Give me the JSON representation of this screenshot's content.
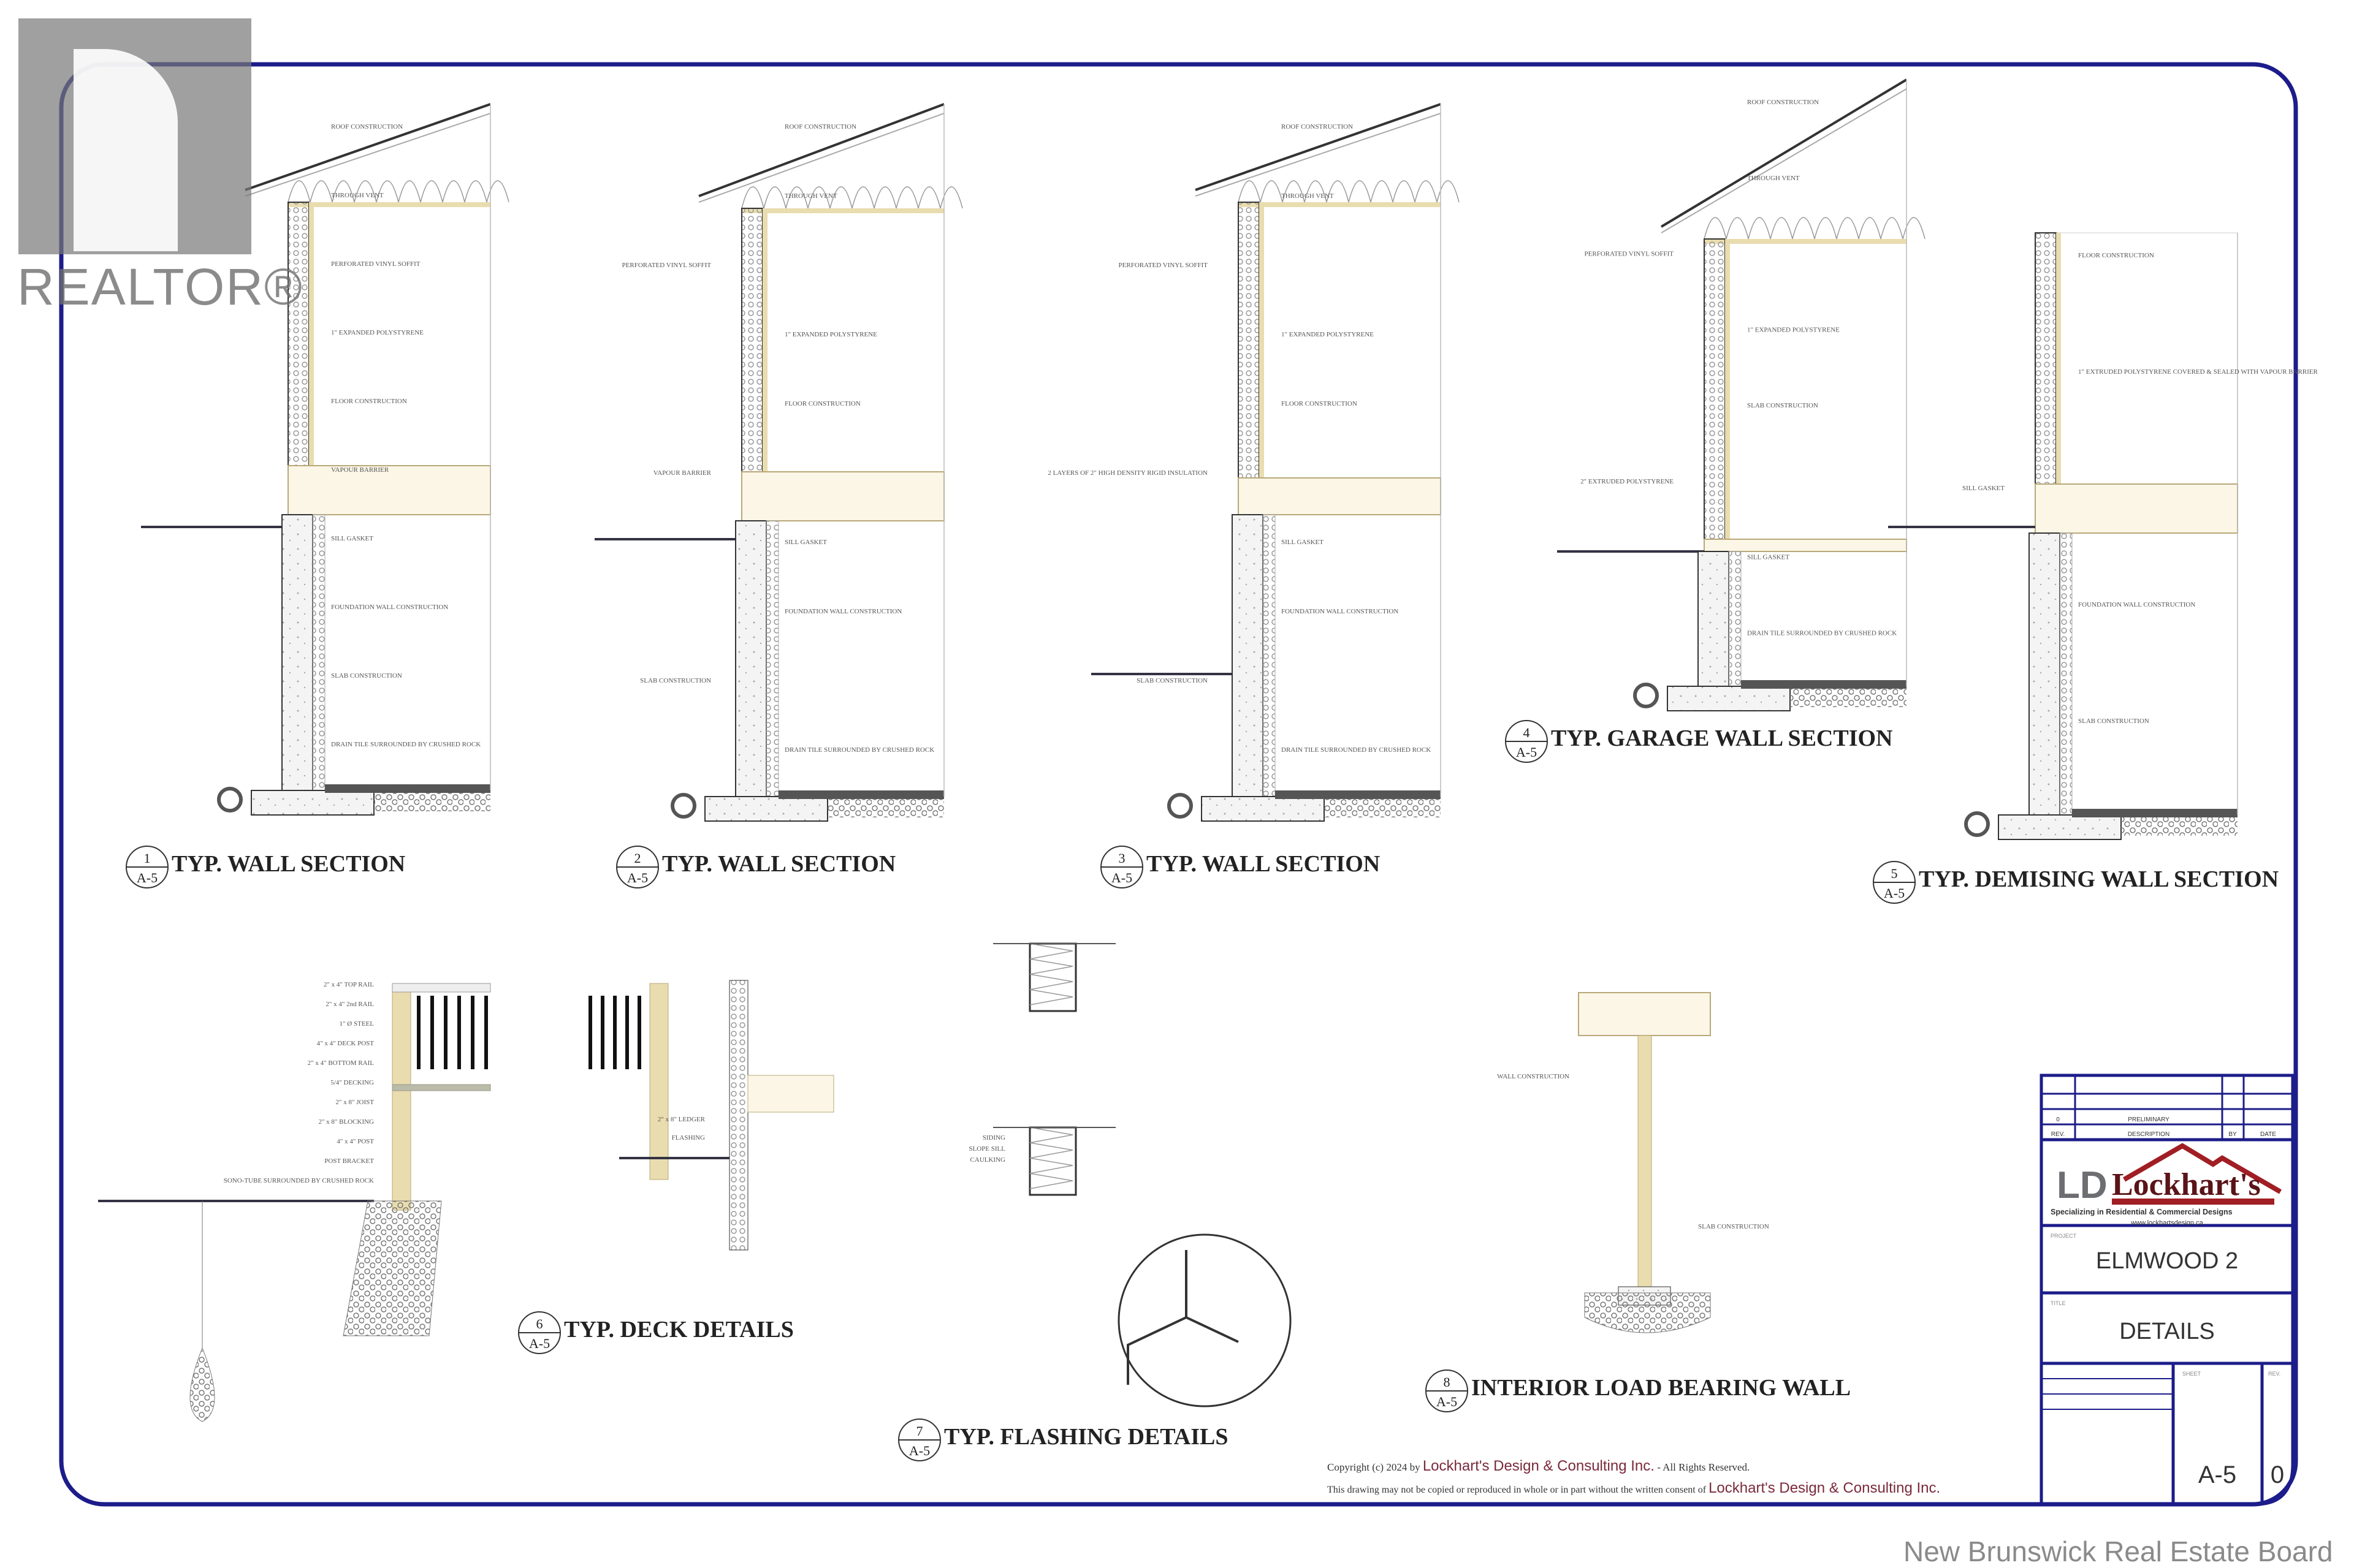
{
  "watermarks": {
    "realtor": "REALTOR®",
    "board": "New Brunswick Real Estate Board"
  },
  "colors": {
    "border": "#1c1c8a",
    "line": "#333333",
    "wood": "#e9dcae",
    "logo_red": "#a01e24",
    "logo_gray": "#6d6e71"
  },
  "sections": [
    {
      "num": "1",
      "sheet": "A-5",
      "title": "TYP. WALL SECTION",
      "labels": [
        "ROOF CONSTRUCTION",
        "THROUGH VENT",
        "PERFORATED VINYL SOFFIT",
        "1\" EXPANDED POLYSTYRENE",
        "FLOOR CONSTRUCTION",
        "VAPOUR BARRIER",
        "SILL GASKET",
        "FOUNDATION WALL CONSTRUCTION",
        "SLAB CONSTRUCTION",
        "DRAIN TILE SURROUNDED BY CRUSHED ROCK"
      ]
    },
    {
      "num": "2",
      "sheet": "A-5",
      "title": "TYP. WALL SECTION",
      "labels": [
        "ROOF CONSTRUCTION",
        "THROUGH VENT",
        "PERFORATED VINYL SOFFIT",
        "1\" EXPANDED POLYSTYRENE",
        "FLOOR CONSTRUCTION",
        "VAPOUR BARRIER",
        "SILL GASKET",
        "FOUNDATION WALL CONSTRUCTION",
        "SLAB CONSTRUCTION",
        "DRAIN TILE SURROUNDED BY CRUSHED ROCK"
      ]
    },
    {
      "num": "3",
      "sheet": "A-5",
      "title": "TYP. WALL SECTION",
      "labels": [
        "ROOF CONSTRUCTION",
        "THROUGH VENT",
        "PERFORATED VINYL SOFFIT",
        "1\" EXPANDED POLYSTYRENE",
        "FLOOR CONSTRUCTION",
        "2 LAYERS OF 2\" HIGH DENSITY RIGID INSULATION",
        "SILL GASKET",
        "FOUNDATION WALL CONSTRUCTION",
        "SLAB CONSTRUCTION",
        "DRAIN TILE SURROUNDED BY CRUSHED ROCK"
      ]
    },
    {
      "num": "4",
      "sheet": "A-5",
      "title": "TYP. GARAGE WALL SECTION",
      "labels": [
        "ROOF CONSTRUCTION",
        "THROUGH VENT",
        "PERFORATED VINYL SOFFIT",
        "1\" EXPANDED POLYSTYRENE",
        "SLAB CONSTRUCTION",
        "2\" EXTRUDED POLYSTYRENE",
        "SILL GASKET",
        "DRAIN TILE SURROUNDED BY CRUSHED ROCK"
      ]
    },
    {
      "num": "5",
      "sheet": "A-5",
      "title": "TYP. DEMISING WALL SECTION",
      "labels": [
        "FLOOR CONSTRUCTION",
        "1\" EXTRUDED POLYSTYRENE COVERED & SEALED WITH VAPOUR BARRIER",
        "SILL GASKET",
        "FOUNDATION WALL CONSTRUCTION",
        "SLAB CONSTRUCTION"
      ]
    },
    {
      "num": "6",
      "sheet": "A-5",
      "title": "TYP. DECK DETAILS",
      "labels": [
        "2\" x 4\" TOP RAIL",
        "2\" x 4\" 2nd RAIL",
        "1\" Ø STEEL",
        "4\" x 4\" DECK POST",
        "2\" x 4\" BOTTOM RAIL",
        "5/4\" DECKING",
        "2\" x 8\" JOIST",
        "2\" x 8\" BLOCKING",
        "4\" x 4\" POST",
        "POST BRACKET",
        "SONO-TUBE SURROUNDED BY CRUSHED ROCK",
        "2\" x 8\" LEDGER",
        "FLASHING"
      ]
    },
    {
      "num": "7",
      "sheet": "A-5",
      "title": "TYP. FLASHING DETAILS",
      "labels": [
        "SIDING",
        "SLOPE SILL",
        "CAULKING"
      ]
    },
    {
      "num": "8",
      "sheet": "A-5",
      "title": "INTERIOR LOAD BEARING WALL",
      "labels": [
        "WALL CONSTRUCTION",
        "SLAB CONSTRUCTION"
      ]
    }
  ],
  "copyright": {
    "line1_prefix": "Copyright (c) 2024 by",
    "company": "Lockhart's Design & Consulting Inc.",
    "line1_suffix": "- All Rights Reserved.",
    "line2_prefix": "This drawing may not be copied or reproduced in whole or in part without the written consent of",
    "company2": "Lockhart's Design & Consulting Inc."
  },
  "title_block": {
    "rev_header": "REV.",
    "desc_header": "DESCRIPTION",
    "by_header": "BY",
    "date_header": "DATE",
    "rev_value": "0",
    "desc_value": "PRELIMINARY",
    "logo_initials": "LD",
    "logo_name": "Lockhart's",
    "logo_tagline": "Specializing in Residential & Commercial Designs",
    "logo_url": "www.lockhartsdesign.ca",
    "project_label": "PROJECT",
    "project": "ELMWOOD 2",
    "title_label": "TITLE",
    "title": "DETAILS",
    "sheet_label": "SHEET",
    "sheet": "A-5",
    "rev_label": "REV.",
    "rev": "0"
  }
}
